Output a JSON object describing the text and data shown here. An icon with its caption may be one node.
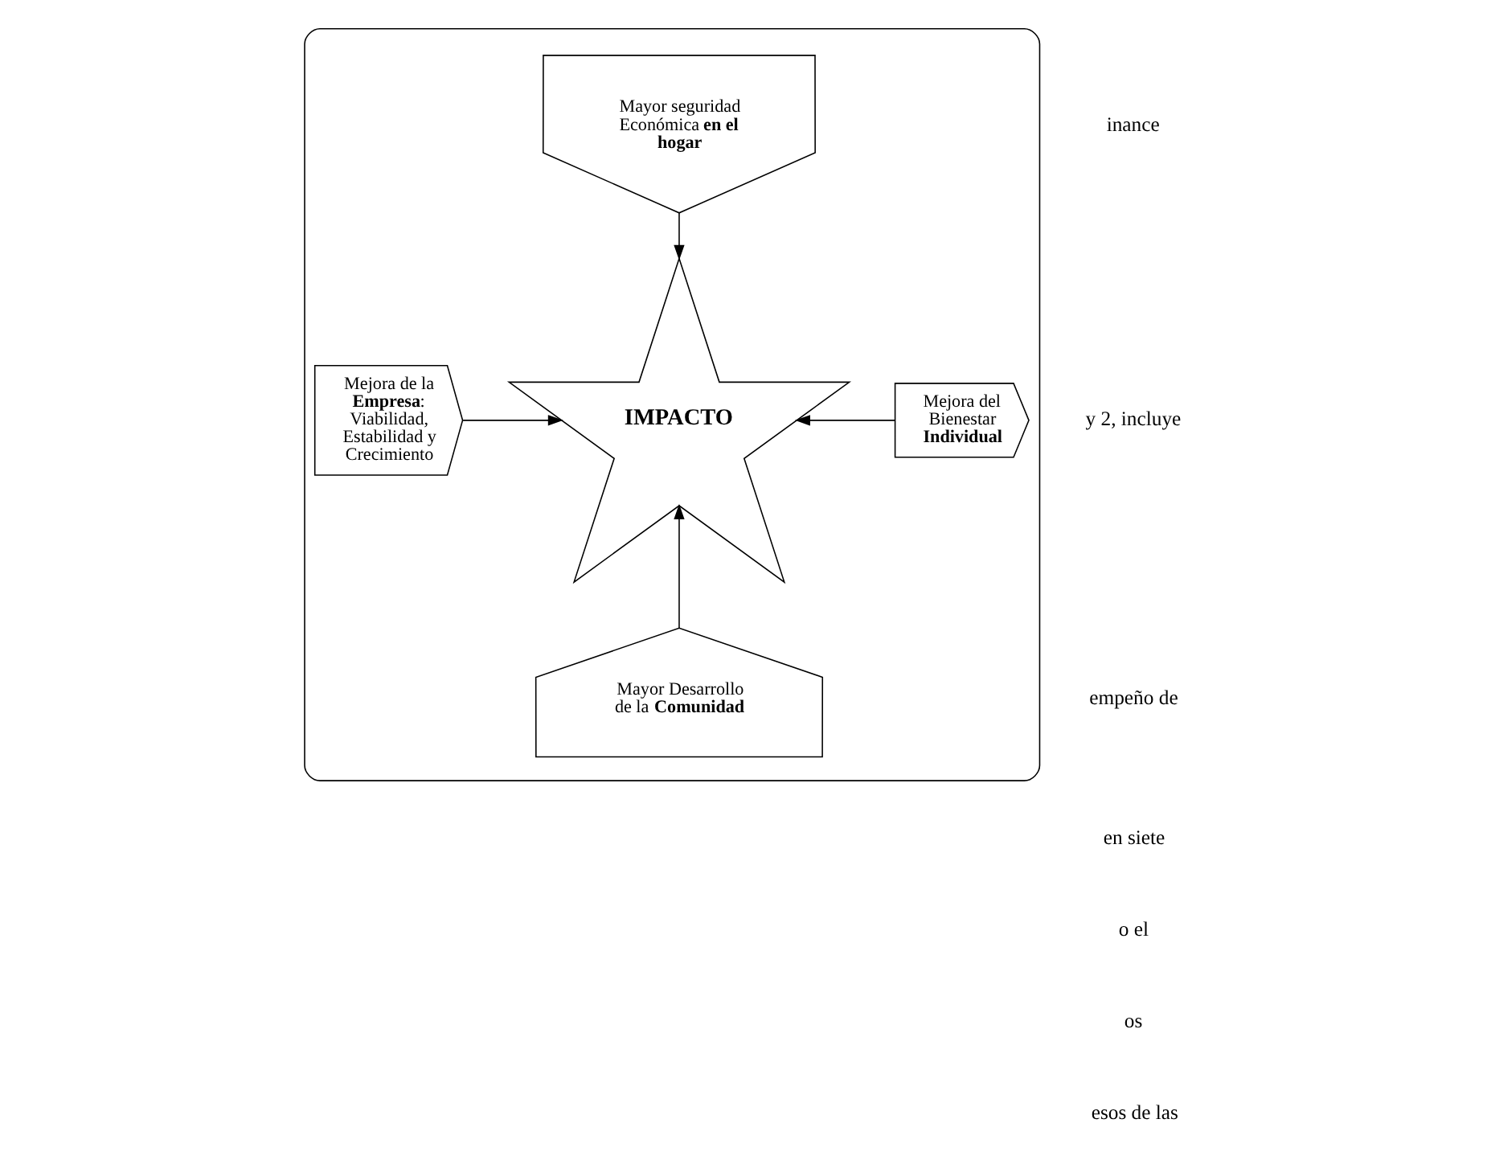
{
  "diagram": {
    "nodes": [
      {
        "text": [],
        "shape": "hexagon"
      },
      {
        "text": [
          "Mayor seguridad Económica **en el hogar**"
        ],
        "in": 0
      },
      {
        "text": [
          "Mejora de la **Empresa**: Viabilidad, Estabilidad y Crecimiento"
        ],
        "in": 0
      },
      {
        "text": [
          "IMPACTO"
        ],
        "in": 0
      },
      {
        "text": [
          "Mejora del Bienestar **Individual**"
        ],
        "in": 0
      },
      {
        "text": [
          "Mayor Desarrollo de la **Comunidad**"
        ],
        "in": 0
      }
    ],
    "edges": [
      {
        "from": 1,
        "to": 3,
        "arrow": "to"
      },
      {
        "from": 2,
        "to": 3,
        "arrow": "to"
      },
      {
        "from": 4,
        "to": 3,
        "arrow": "to"
      },
      {
        "from": 5,
        "to": 3,
        "arrow": "to"
      }
    ],
    "labels": [
      "inance",
      "y 2, incluye",
      "empeño de",
      "en siete",
      "o el",
      "os",
      "esos de las"
    ]
  }
}
